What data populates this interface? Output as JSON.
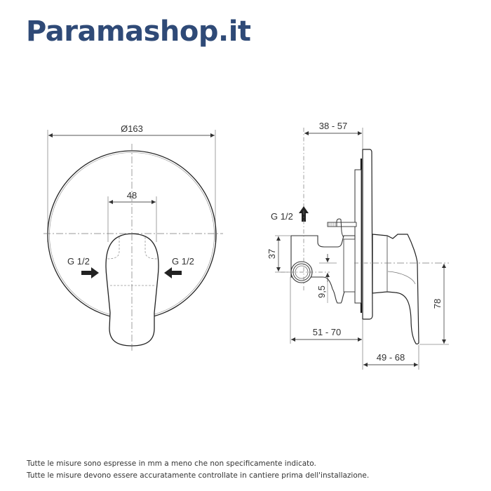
{
  "brand": {
    "logo_text": "Paramashop.it",
    "color": "#2f4a77"
  },
  "front_view": {
    "diameter_label": "Ø163",
    "handle_width_label": "48",
    "inlet_left_label": "G 1/2",
    "inlet_right_label": "G 1/2"
  },
  "side_view": {
    "depth_top_label": "38 - 57",
    "outlet_label": "G 1/2",
    "height_left_label": "37",
    "offset_label": "9,5",
    "depth_body_label": "51 - 70",
    "handle_projection_label": "49 - 68",
    "handle_height_label": "78"
  },
  "notes": {
    "line1": "Tutte le misure sono espresse in mm a meno che non specificamente indicato.",
    "line2": "Tutte le misure devono essere accuratamente controllate in cantiere prima dell'installazione."
  },
  "colors": {
    "line": "#333333",
    "dim_line": "#777777",
    "background": "#ffffff"
  }
}
